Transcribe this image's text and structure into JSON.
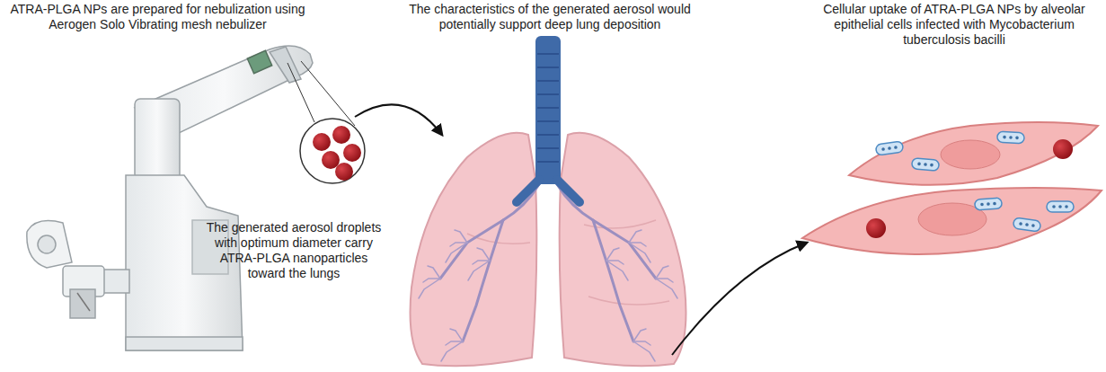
{
  "diagram": {
    "labels": [
      "ATRA-PLGA NPs are prepared for nebulization using Aerogen Solo Vibrating mesh nebulizer",
      "The characteristics of the generated aerosol would potentially support deep lung deposition",
      "Cellular uptake of ATRA-PLGA NPs by alveolar epithelial cells infected with Mycobacterium tuberculosis bacilli",
      "The generated aerosol droplets with optimum diameter carry ATRA-PLGA nanoparticles toward the lungs"
    ]
  }
}
